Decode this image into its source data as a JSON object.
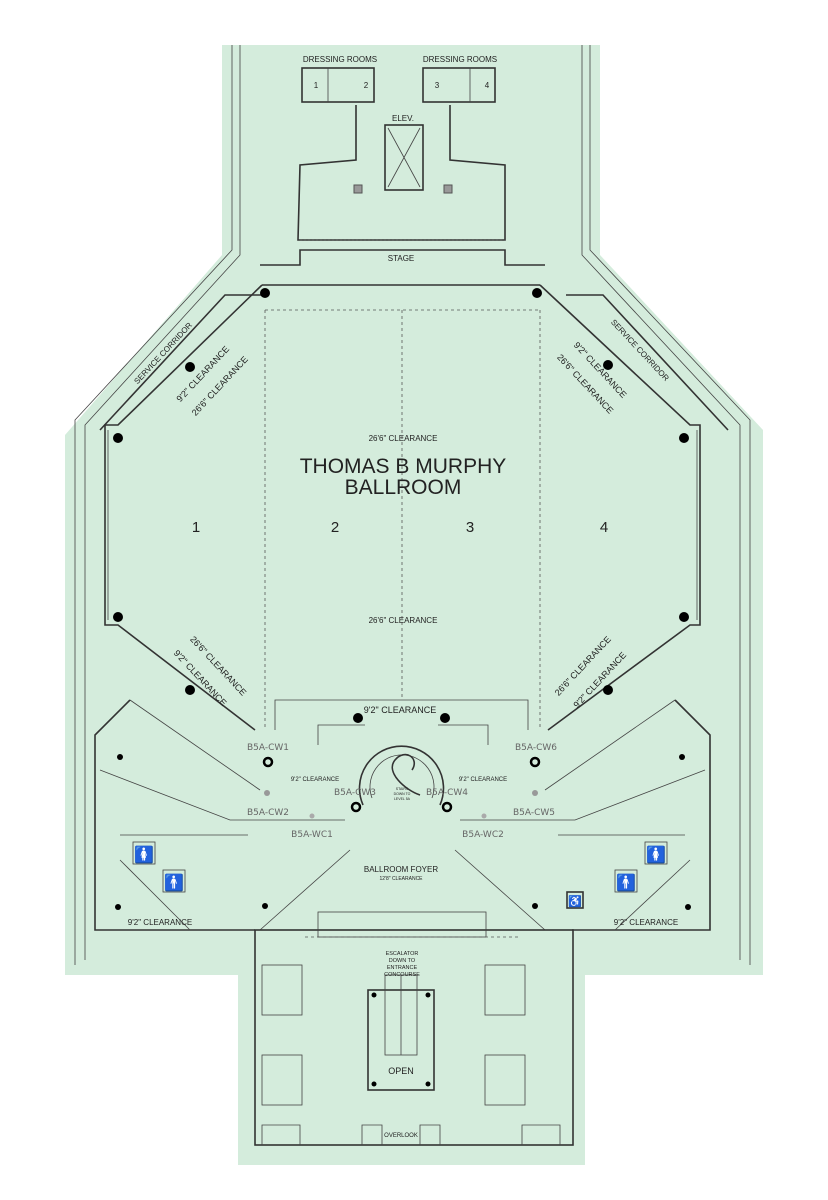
{
  "title": "THOMAS B MURPHY",
  "subtitle": "BALLROOM",
  "colors": {
    "floor": "#d4ecdc",
    "wall": "#333333",
    "code_label": "#666666"
  },
  "backstage": {
    "dressing_rooms_left": "DRESSING ROOMS",
    "dressing_rooms_right": "DRESSING ROOMS",
    "room_numbers": [
      "1",
      "2",
      "3",
      "4"
    ],
    "elevator": "ELEV.",
    "stage": "STAGE"
  },
  "sections": [
    "1",
    "2",
    "3",
    "4"
  ],
  "clearances": {
    "top_center": "26'6\" CLEARANCE",
    "bottom_center": "26'6\" CLEARANCE",
    "nw_9": "9'2\" CLEARANCE",
    "nw_26": "26'6\" CLEARANCE",
    "ne_9": "9'2\" CLEARANCE",
    "ne_26": "26'6\" CLEARANCE",
    "sw_26": "26'6\" CLEARANCE",
    "sw_9": "9'2\" CLEARANCE",
    "se_26": "26'6\" CLEARANCE",
    "se_9": "9'2\" CLEARANCE",
    "stair_top": "9'2\" CLEARANCE",
    "foyer_left": "9'2\" CLEARANCE",
    "foyer_right": "9'2\" CLEARANCE",
    "bottom_left": "9'2\" CLEARANCE",
    "bottom_right": "9'2\" CLEARANCE"
  },
  "service_corridor_left": "SERVICE CORRIDOR",
  "service_corridor_right": "SERVICE CORRIDOR",
  "codes": {
    "cw1": "B5A-CW1",
    "cw2": "B5A-CW2",
    "cw3": "B5A-CW3",
    "cw4": "B5A-CW4",
    "cw5": "B5A-CW5",
    "cw6": "B5A-CW6",
    "wc1": "B5A-WC1",
    "wc2": "B5A-WC2"
  },
  "stairs_note": [
    "STAIRS",
    "DOWN TO",
    "LEVEL 5A"
  ],
  "foyer": {
    "name": "BALLROOM FOYER",
    "clearance": "12'8\" CLEARANCE"
  },
  "escalator": [
    "ESCALATOR",
    "DOWN TO",
    "ENTRANCE",
    "CONCOURSE"
  ],
  "open": "OPEN",
  "overlook": "OVERLOOK"
}
